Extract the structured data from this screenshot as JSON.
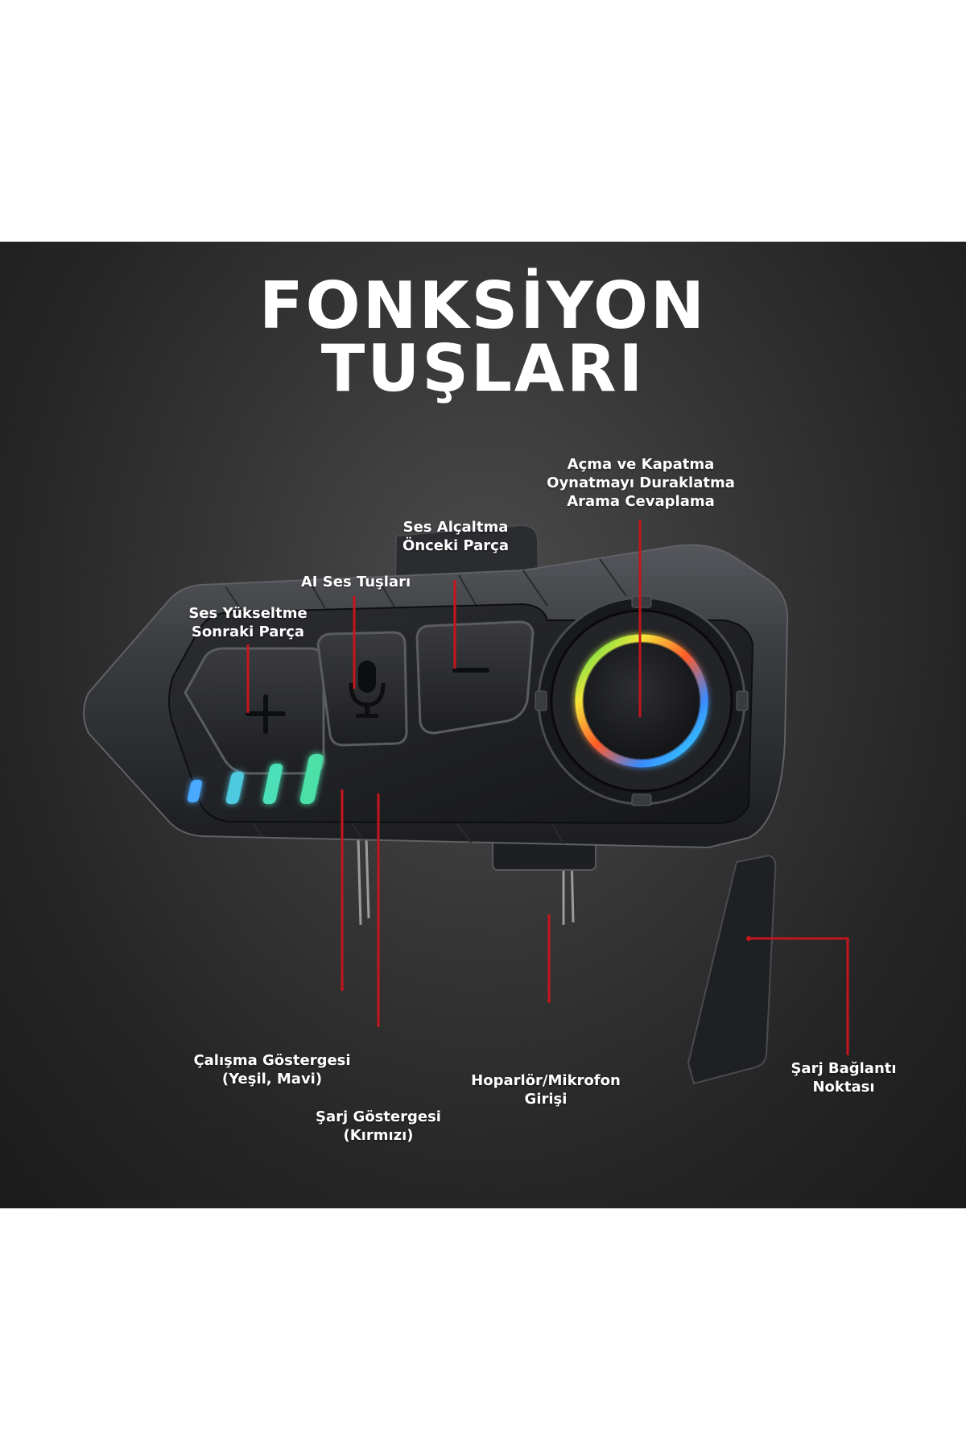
{
  "title": {
    "line1": "FONKSİYON",
    "line2": "TUŞLARI"
  },
  "labels": {
    "power": [
      "Açma ve Kapatma",
      "Oynatmayı Duraklatma",
      "Arama Cevaplama"
    ],
    "volume_down": [
      "Ses Alçaltma",
      "Önceki Parça"
    ],
    "ai_keys": [
      "AI Ses Tuşları"
    ],
    "volume_up": [
      "Ses Yükseltme",
      "Sonraki Parça"
    ],
    "working_indicator": [
      "Çalışma Göstergesi",
      "(Yeşil, Mavi)"
    ],
    "charge_indicator": [
      "Şarj Göstergesi",
      "(Kırmızı)"
    ],
    "speaker_mic": [
      "Hoparlör/Mikrofon",
      "Girişi"
    ],
    "charge_port": [
      "Şarj Bağlantı",
      "Noktası"
    ]
  },
  "colors": {
    "callout_line": "#c4161c",
    "device_body": "#2a2b2e",
    "led_green": "#4be0a8",
    "led_blue": "#4aa8ff"
  },
  "icons": {
    "plus_button": "plus-icon",
    "ai_button": "microphone-icon",
    "minus_button": "minus-icon",
    "power_ring": "rgb-ring-icon"
  }
}
